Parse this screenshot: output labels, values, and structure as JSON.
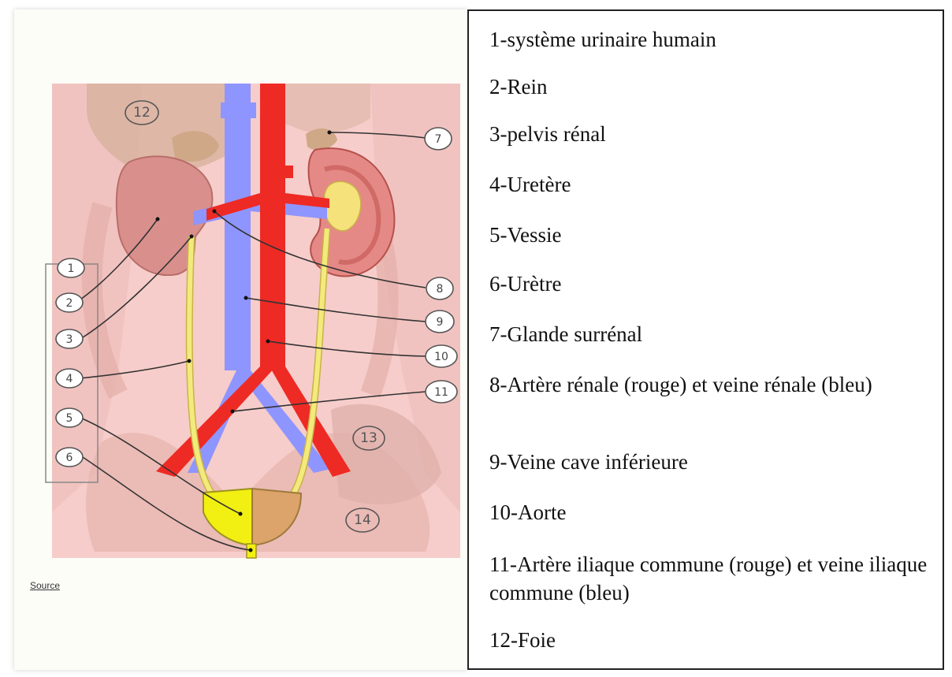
{
  "diagram": {
    "title": "",
    "source_link": "Source",
    "callout_numbers": [
      "1",
      "2",
      "3",
      "4",
      "5",
      "6",
      "7",
      "8",
      "9",
      "10",
      "11",
      "12",
      "13",
      "14"
    ],
    "colors": {
      "background_body": "#f5c9c6",
      "kidney": "#d9928f",
      "vein": "#8f95ff",
      "artery": "#ee2a25",
      "ureter": "#f3ea7c",
      "bladder": "#f2ef12",
      "organ_shadow": "#d7b6a4"
    }
  },
  "legend": {
    "items": [
      "1-système urinaire humain",
      "2-Rein",
      "3-pelvis rénal",
      "4-Uretère",
      "5-Vessie",
      "6-Urètre",
      "7-Glande surrénal",
      "8-Artère rénale (rouge) et veine rénale (bleu)",
      "9-Veine cave inférieure",
      "10-Aorte",
      "11-Artère iliaque commune (rouge) et veine iliaque commune (bleu)",
      "12-Foie"
    ]
  }
}
